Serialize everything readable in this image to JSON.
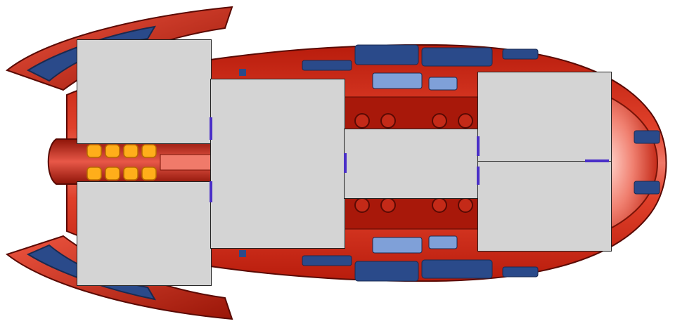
{
  "ship": {
    "colors": {
      "hull": "#d22a14",
      "hull_dark": "#8e1408",
      "hull_light": "#ef6a5a",
      "panel": "#2a4a8a",
      "panel_light": "#7fa0d8",
      "engine_glow": "#ffae1a",
      "room_floor": "#d4d4d4",
      "door": "#4a2fc8"
    },
    "rooms": [
      {
        "name": "room-top-left"
      },
      {
        "name": "room-bottom-left"
      },
      {
        "name": "room-center-left"
      },
      {
        "name": "room-center-corridor"
      },
      {
        "name": "room-top-right"
      },
      {
        "name": "room-bottom-right"
      }
    ],
    "doors": [
      {
        "name": "door-top-left"
      },
      {
        "name": "door-bottom-left"
      },
      {
        "name": "door-center"
      },
      {
        "name": "door-right-top"
      },
      {
        "name": "door-right-bottom"
      },
      {
        "name": "door-right-horizontal"
      }
    ]
  }
}
